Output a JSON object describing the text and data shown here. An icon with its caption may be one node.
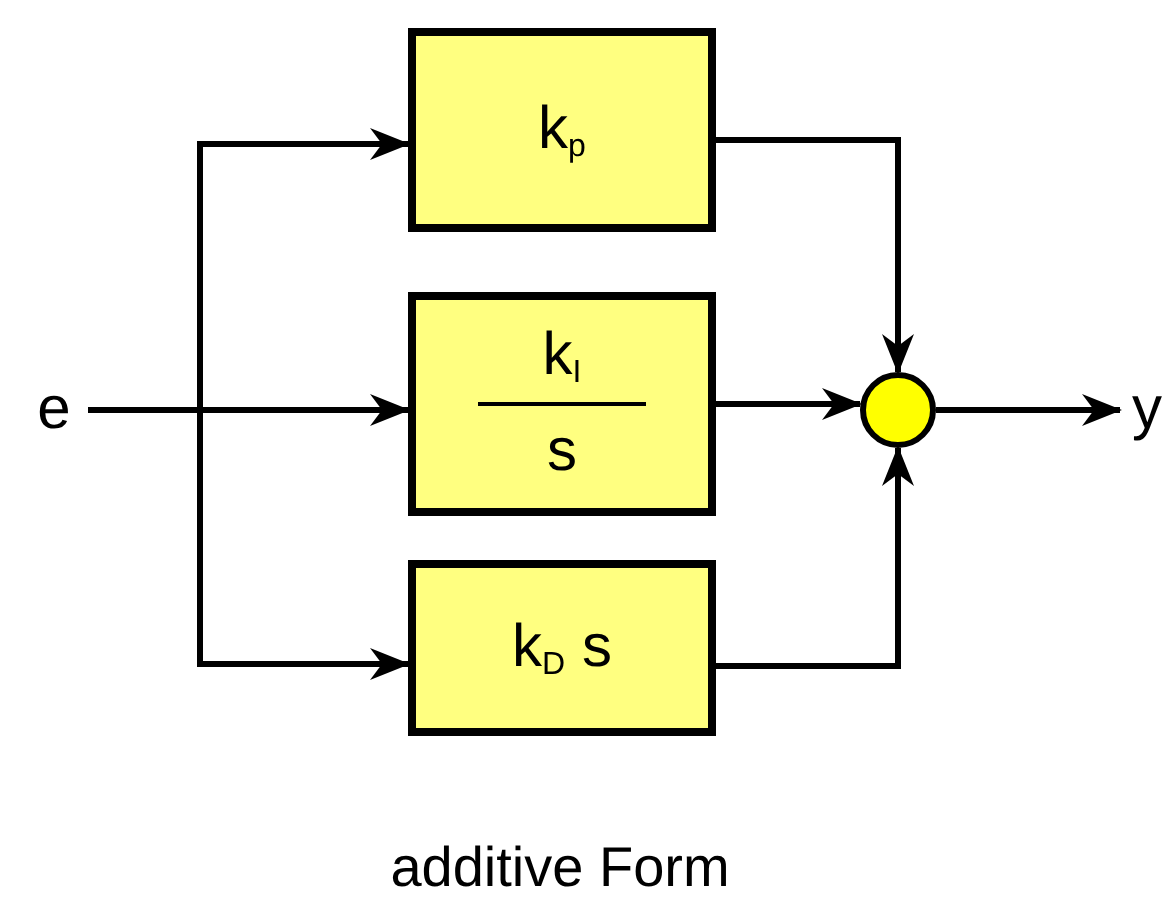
{
  "diagram": {
    "caption": "additive Form",
    "nodes": [
      {
        "text": [
          "e"
        ]
      },
      {
        "text": [
          "k$_{p}$"
        ]
      },
      {
        "text": [
          "k$_{I}$",
          "s"
        ]
      },
      {
        "text": [
          "k$_{D}$ s"
        ]
      },
      {
        "text": [],
        "shape": "circle"
      },
      {
        "text": [
          "y"
        ]
      }
    ],
    "edges": [
      {
        "from": 0,
        "to": 1,
        "arrow": "to"
      },
      {
        "from": 0,
        "to": 2,
        "arrow": "to"
      },
      {
        "from": 0,
        "to": 3,
        "arrow": "to"
      },
      {
        "from": 1,
        "to": 4,
        "arrow": "to"
      },
      {
        "from": 2,
        "to": 4,
        "arrow": "to"
      },
      {
        "from": 3,
        "to": 4,
        "arrow": "to"
      },
      {
        "from": 4,
        "to": 5,
        "arrow": "to"
      }
    ]
  }
}
